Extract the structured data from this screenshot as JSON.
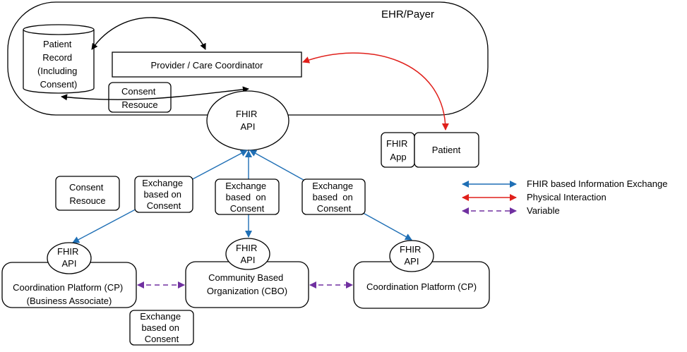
{
  "ehr_region": {
    "label": "EHR/Payer"
  },
  "patient_record": {
    "lines": [
      "Patient",
      "Record",
      "(Including",
      "Consent)"
    ]
  },
  "provider": {
    "label": "Provider / Care Coordinator"
  },
  "consent_resource_top": {
    "lines": [
      "Consent",
      "Resouce"
    ]
  },
  "fhir_api_main": {
    "lines": [
      "FHIR",
      "API"
    ]
  },
  "fhir_app": {
    "lines": [
      "FHIR",
      "App"
    ]
  },
  "patient": {
    "label": "Patient"
  },
  "consent_resource_bottom": {
    "lines": [
      "Consent",
      "Resouce"
    ]
  },
  "exchange_left": {
    "lines": [
      "Exchange",
      "based on",
      "Consent"
    ]
  },
  "exchange_mid": {
    "lines": [
      "Exchange",
      "based  on",
      "Consent"
    ]
  },
  "exchange_right": {
    "lines": [
      "Exchange",
      "based  on",
      "Consent"
    ]
  },
  "exchange_bottom": {
    "lines": [
      "Exchange",
      "based on",
      "Consent"
    ]
  },
  "cp_left": {
    "lines": [
      "Coordination Platform (CP)",
      "(Business Associate)"
    ],
    "api_lines": [
      "FHIR",
      "API"
    ]
  },
  "cbo": {
    "lines": [
      "Community Based",
      "Organization (CBO)"
    ],
    "api_lines": [
      "FHIR",
      "API"
    ]
  },
  "cp_right": {
    "lines": [
      "Coordination Platform (CP)"
    ],
    "api_lines": [
      "FHIR",
      "API"
    ]
  },
  "legend": {
    "items": [
      {
        "label": "FHIR based Information Exchange",
        "color": "#1F6FB5",
        "style": "solid"
      },
      {
        "label": "Physical Interaction",
        "color": "#E0201B",
        "style": "solid"
      },
      {
        "label": "Variable",
        "color": "#7030A0",
        "style": "dashed"
      }
    ]
  },
  "colors": {
    "fhir": "#1F6FB5",
    "physical": "#E0201B",
    "variable": "#7030A0",
    "black": "#000000"
  }
}
